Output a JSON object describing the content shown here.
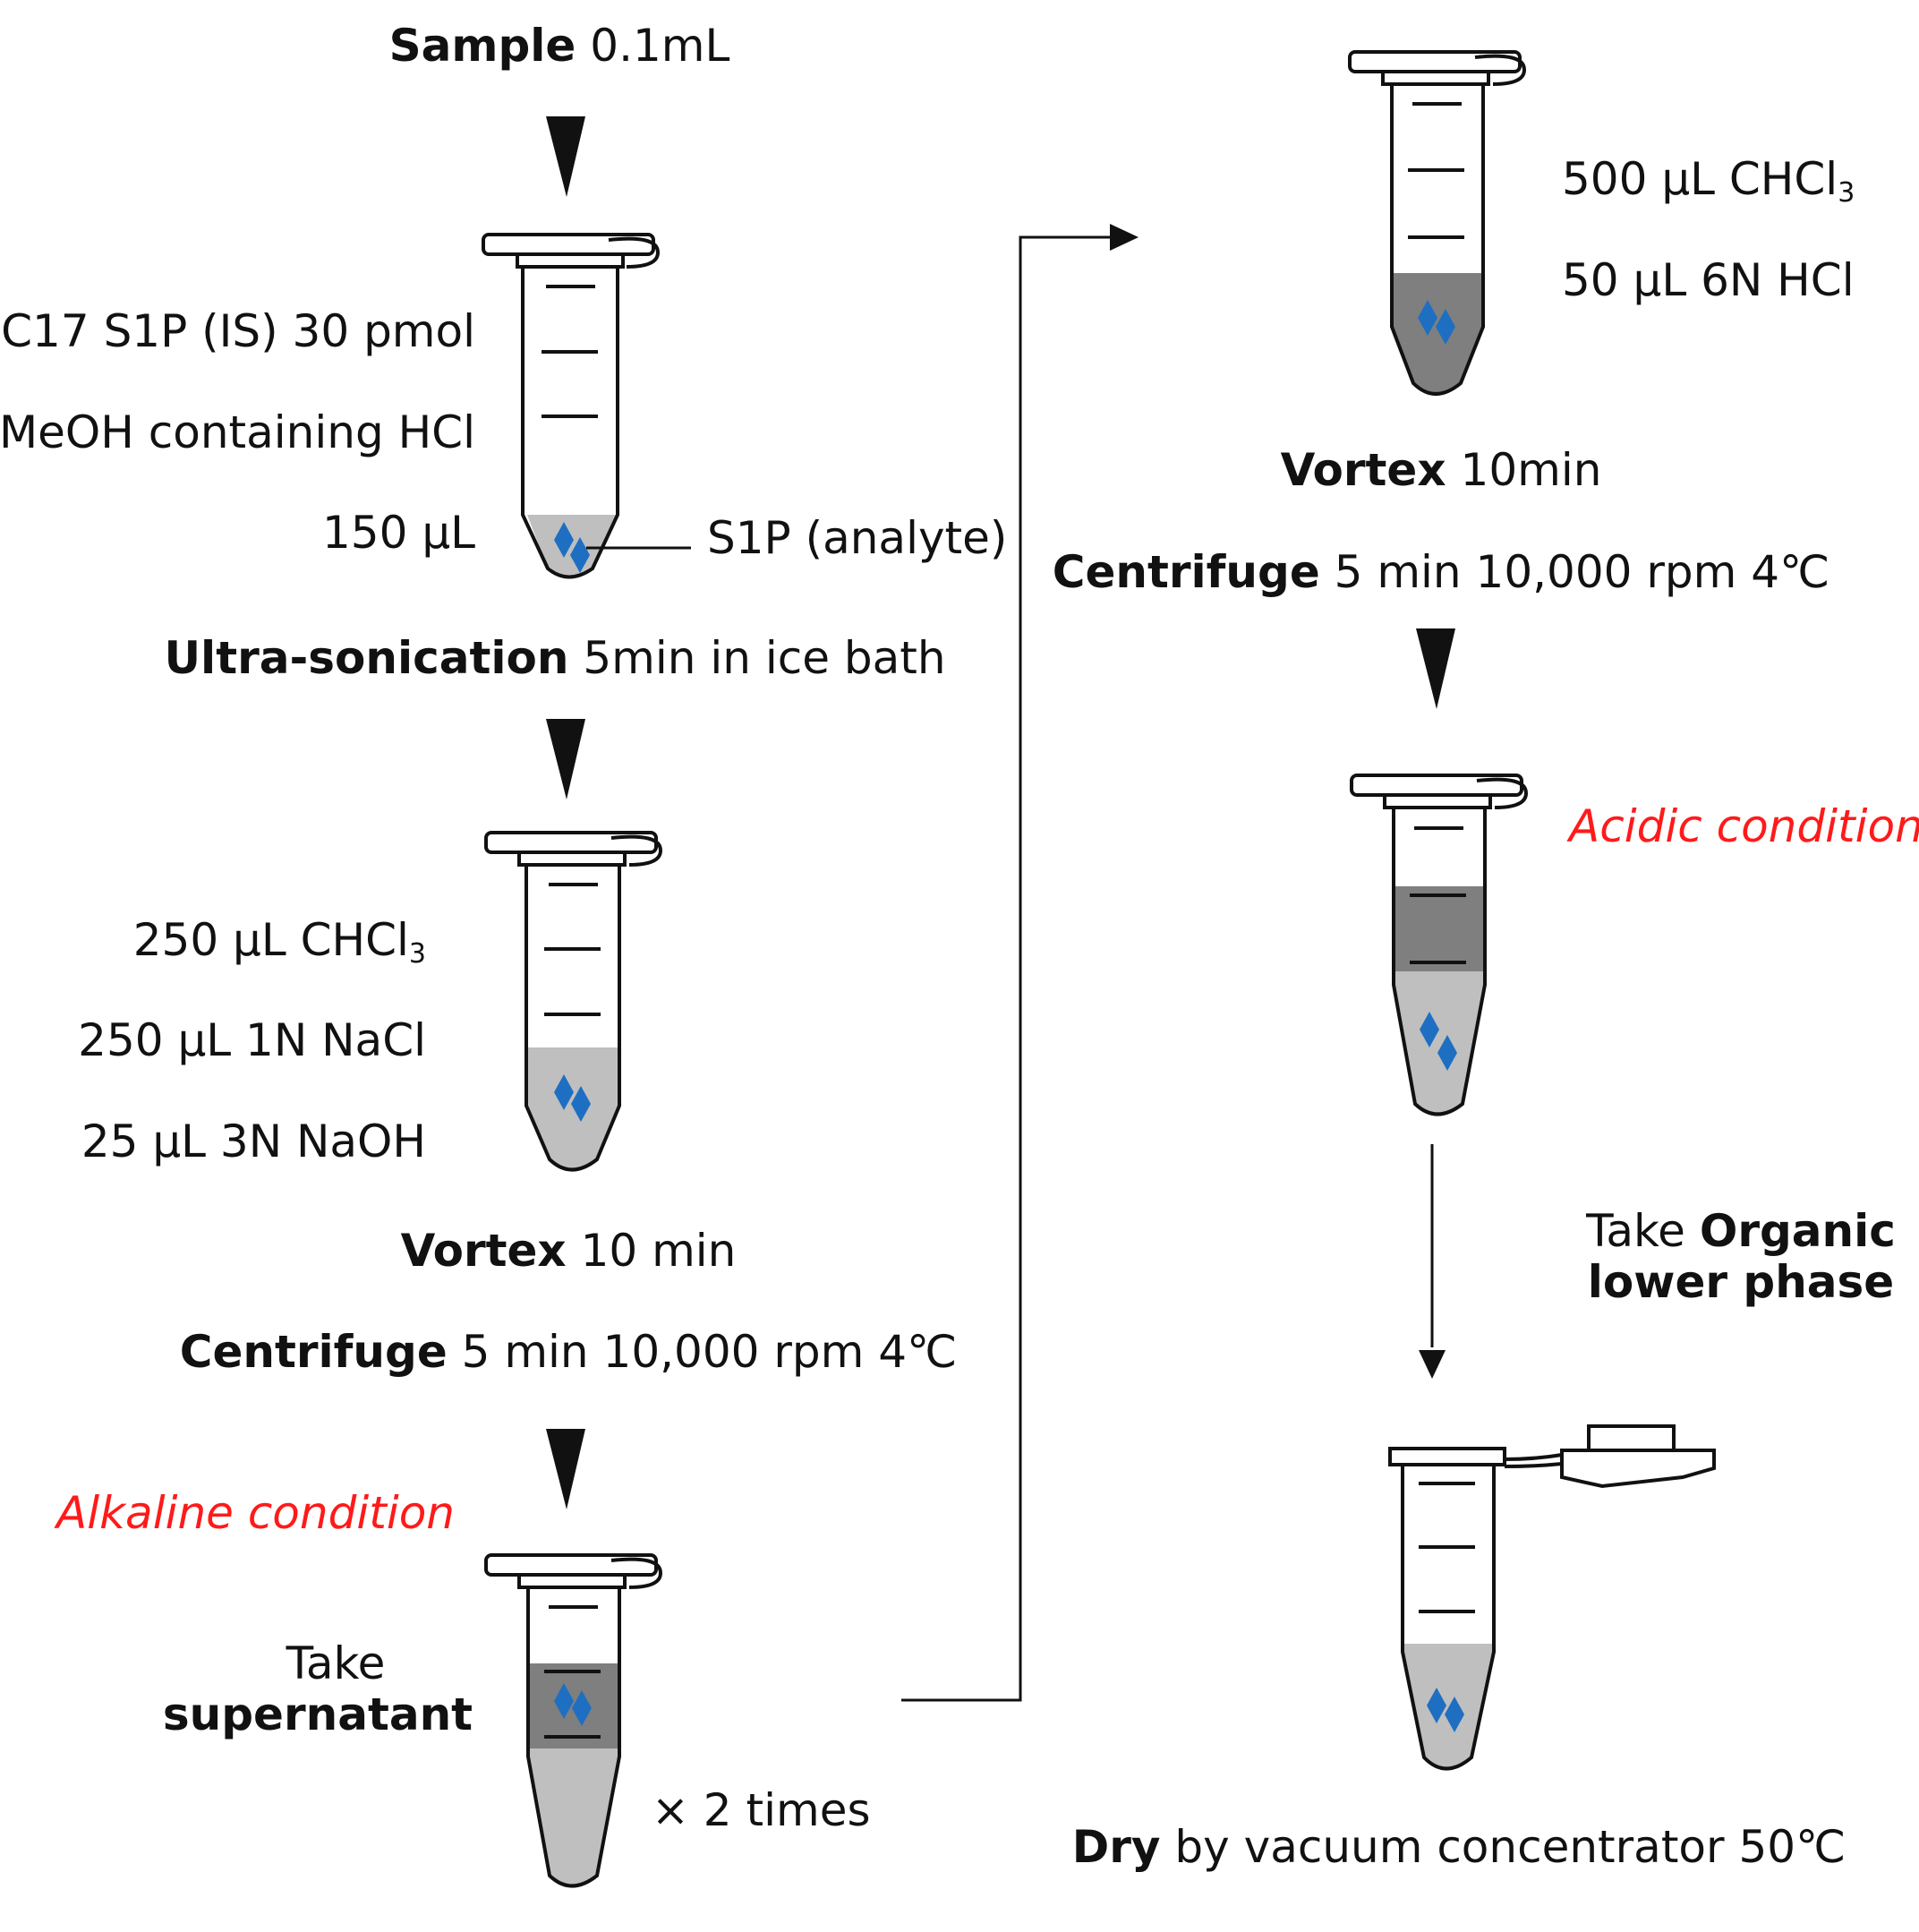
{
  "colors": {
    "liquid_light": "#bfbfbf",
    "liquid_dark": "#7f7f7f",
    "analyte": "#1e6fc2",
    "condition_text": "#ff1a1a",
    "line": "#111111"
  },
  "left": {
    "sample": {
      "bold": "Sample",
      "rest": " 0.1mL"
    },
    "tube1": {
      "is": "C17 S1P (IS) 30 pmol",
      "meoh": "MeOH containing HCl",
      "vol": "150 µL",
      "analyte": "S1P (analyte)"
    },
    "sonication": {
      "bold": "Ultra-sonication",
      "rest": " 5min in ice bath"
    },
    "tube2": {
      "chcl3": "250 µL  CHCl",
      "chcl3_sub": "3",
      "nacl": "250 µL 1N NaCl",
      "naoh": "25 µL 3N NaOH"
    },
    "vortex": {
      "bold": "Vortex",
      "rest": " 10 min"
    },
    "centrifuge": {
      "bold": "Centrifuge",
      "rest": " 5 min 10,000 rpm 4℃"
    },
    "alkaline": "Alkaline condition",
    "tube3": {
      "take": "Take",
      "supernatant": "supernatant",
      "times": "× 2 times"
    }
  },
  "right": {
    "tube4": {
      "chcl3": "500 µL CHCl",
      "chcl3_sub": "3",
      "hcl": "50 µL 6N HCl"
    },
    "vortex": {
      "bold": "Vortex",
      "rest": " 10min"
    },
    "centrifuge": {
      "bold": "Centrifuge",
      "rest": " 5 min 10,000 rpm 4℃"
    },
    "acidic": "Acidic condition",
    "take": {
      "plain": "Take ",
      "bold1": "Organic",
      "bold2": "lower phase"
    },
    "dry": {
      "bold": "Dry",
      "rest": " by vacuum concentrator 50℃"
    }
  }
}
